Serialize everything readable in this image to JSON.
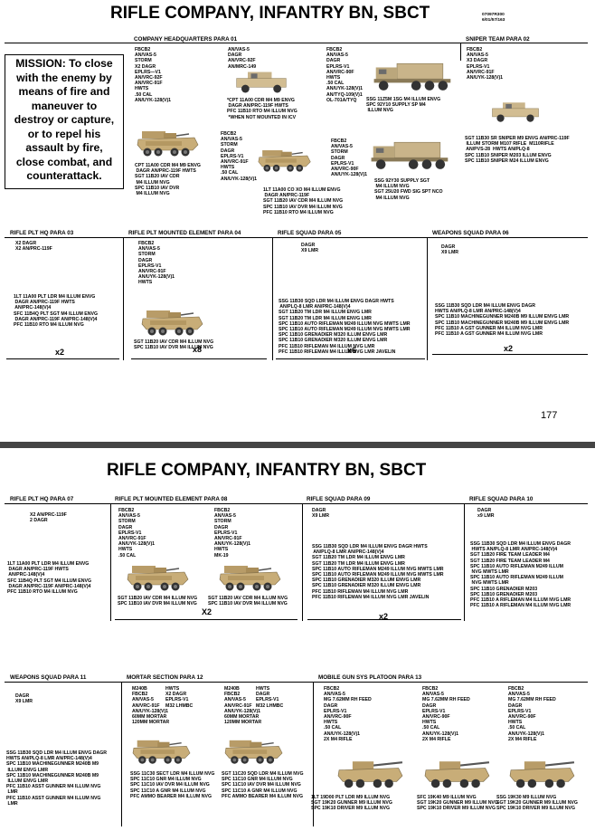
{
  "page1": {
    "title": "RIFLE COMPANY, INFANTRY BN, SBCT",
    "code": "07097R300\n6/01/57/163",
    "mission": "MISSION: To close\nwith the enemy by\nmeans of fire and\nmaneuver to\ndestroy or capture,\nor to repel his\nassault by fire,\nclose combat, and\ncounterattack.",
    "hq_header": "COMPANY HEADQUARTERS  PARA 01",
    "sniper_header": "SNIPER TEAM  PARA 02",
    "hq_eq1": "FBCB2\nAN/VAS-5\nSTORM\nX2 DAGR\nEPLRS—V1\nAN/VRC-92F\nAN/VRC-91F\nHWTS\n.50 CAL\nAN/UYK-128(V)1",
    "hq_eq2": "AN/VAS-5\nDAGR\nAN/VRC-92F\nAN/MRC-149",
    "hq_eq3": "FBCB2\nAN/VAS-5\nDAGR\nEPLRS-V1\nAN/VRC-90F\nHWTS\n.50 CAL\nAN/UYK-128(V)1\nAN/TYQ-109(V)1\nOL-701A/TYQ",
    "hq_p2": "*CPT 11A00 CDR M4 M9 ENVG\n DAGR AN/PRC-119F HWTS\nPFC 11B10 RTO M4 ILLUM NVG\n *WHEN NOT MOUNTED IN ICV",
    "hq_p3": "SSG 11Z5M 1SG M4 ILLUM ENVG\nSPC 92Y10 SUPPLY SP M4\n ILLUM NVG",
    "sniper_eq": "FBCB2\nAN/VAS-5\nX3 DAGR\nEPLRS-V1\nAN/VRC-91F\nAN/UYK-128(V)1",
    "sniper_p": "SGT 11B30 SR SNIPER M9 ENVG AN/PRC-119F\n ILLUM STORM M107 RIFLE  M110RIFLE\n AN/PVS-28  HWTS AN/PLQ-8\nSPC 11B10 SNIPER M203 ILLUM ENVG\nSPC 11B10 SNIPER M24 ILLUM ENVG",
    "hq_p1": "CPT 11A00 CDR M4 M9 ENVG\n DAGR AN/PRC-119F HWTS\nSGT 11B20 IAV CDR\n M4 ILLUM NVG\nSPC 11B10 IAV DVR\n M4 ILLUM NVG",
    "hq_eq4": "FBCB2\nAN/VAS-5\nSTORM\nDAGR\nEPLRS-V1\nAN/VRC-91F\nHWTS\n.50 CAL\nAN/UYK-128(V)1",
    "hq_p4": "1LT 11A00 CO XO M4 ILLUM ENVG\n DAGR AN/PRC-119F\nSGT 11B20 IAV CDR M4 ILLUM NVG\nSPC 11B10 IAV DVR M4 ILLUM NVG\nPFC 11B10 RTO M4 ILLUM NVG",
    "hq_eq5": "FBCB2\nAN/VAS-5\nSTORM\nDAGR\nEPLRS-V1\nAN/VRC-90F\nAN/UYK-128(V)1",
    "hq_p5": "SSG 92Y30 SUPPLY SGT\n M4 ILLUM NVG\nSGT 25U20 FWD SIG SPT NCO\n M4 ILLUM NVG",
    "s3_h": "RIFLE PLT HQ  PARA 03",
    "s4_h": "RIFLE PLT MOUNTED ELEMENT  PARA 04",
    "s5_h": "RIFLE SQUAD  PARA 05",
    "s6_h": "WEAPONS SQUAD  PARA 06",
    "s3_eq": "X2 DAGR\nX2 AN/PRC-119F",
    "s3_p": "1LT 11A00 PLT LDR M4 ILLUM ENVG\n DAGR AN/PRC-119F HWTS\n AN/PRC-148(V)4\nSFC 11B4Q PLT SGT M4 ILLUM ENVG\n DAGR AN/PRC-119F AN/PRC-148(V)4\nPFC 11B10 RTO M4 ILLUM NVG",
    "s3_x": "x2",
    "s4_eq": "FBCB2\nAN/VAS-5\nSTORM\nDAGR\nEPLRS-V1\nAN/VRC-91F\nAN/UYK-128(V)1\nHWTS",
    "s4_p": "SGT 11B20 IAV CDR M4 ILLUM NVG\nSPC 11B10 IAV DVR M4 ILLUM NVG",
    "s4_x": "x8",
    "s5_eq": "DAGR\nX9 LMR",
    "s5_p": "SSG 11B30 SQD LDR M4 ILLUM ENVG DAGR HWTS\n AN/PLQ-8 LMR AN/PRC-148(V)4\nSGT 11B20 TM LDR M4 ILLUM ENVG LMR\nSGT 11B20 TM LDR M4 ILLUM ENVG LMR\nSPC 11B10 AUTO RIFLEMAN M249 ILLUM NVG MWTS LMR\nSPC 11B10 AUTO RIFLEMAN M249 ILLUM NVG MWTS LMR\nSPC 11B10 GRENADIER M320 ILLUM ENVG LMR\nSPC 11B10 GRENADIER M320 ILLUM ENVG LMR\nPFC 11B10 RIFLEMAN M4 ILLUM NVG LMR\nPFC 11B10 RIFLEMAN M4 ILLUM NVG LMR JAVELIN",
    "s5_x": "x6",
    "s6_eq": "DAGR\nX9 LMR",
    "s6_p": "SSG 11B30 SQD LDR M4 ILLUM ENVG DAGR\nHWTS AN/PLQ-8 LMR AN/PRC-148(V)4\nSPC 11B10 MACHINEGUNNER M240B M9 ILLUM ENVG LMR\nSPC 11B10 MACHINEGUNNER M240B M9 ILLUM ENVG LMR\nPFC 11B10 A GST GUNNER M4 ILLUM NVG LMR\nPFC 11B10 A GST GUNNER M4 ILLUM NVG LMR",
    "s6_x": "x2",
    "page_number": "177"
  },
  "page2": {
    "title": "RIFLE COMPANY, INFANTRY BN, SBCT",
    "s7_h": "RIFLE PLT HQ  PARA 07",
    "s8_h": "RIFLE PLT MOUNTED ELEMENT  PARA 08",
    "s9_h": "RIFLE SQUAD  PARA 09",
    "s10_h": "RIFLE SQUAD  PARA 10",
    "s7_eq": "X2 AN/PRC-119F\n2 DAGR",
    "s7_p": "1LT 11A00 PLT LDR M4 ILLUM ENVG\n DAGR AN/PRC-119F HWTS\n AN/PRC-148(V)4\nSFC 11B4Q PLT SGT M4 ILLUM ENVG\n DAGR AN/PRC-119F AN/PRC-148(V)4\nPFC 11B10 RTO M4 ILLUM NVG",
    "s8_eq1": "FBCB2\nAN/VAS-5\nSTORM\nDAGR\nEPLRS-V1\nAN/VRC-91F\nAN/UYK-128(V)1\nHWTS\n.50 CAL",
    "s8_eq2": "FBCB2\nAN/VAS-5\nSTORM\nDAGR\nEPLRS-V1\nAN/VRC-91F\nAN/UYK-128(V)1\nHWTS\nMK-19",
    "s8_p1": "SGT 11B20 IAV CDR M4 ILLUM NVG\nSPC 11B10 IAV DVR M4 ILLUM NVG",
    "s8_p2": "SGT 11B20 IAV CDR M4 ILLUM NVG\nSPC 11B10 IAV DVR M4 ILLUM NVG",
    "s8_x": "X2",
    "s9_eq": "DAGR\nX9 LMR",
    "s9_p": "SSG 11B30 SQD LDR M4 ILLUM ENVG DAGR HWTS\n AN/PLQ-8 LMR AN/PRC-148(V)4\nSGT 11B20 TM LDR M4 ILLUM ENVG LMR\nSGT 11B20 TM LDR M4 ILLUM ENVG LMR\nSPC 11B10 AUTO RIFLEMAN M249 ILLUM NVG MWTS LMR\nSPC 11B10 AUTO RIFLEMAN M249 ILLUM NVG MWTS LMR\nSPC 11B10 GRENADIER M320 ILLUM ENVG LMR\nSPC 11B10 GRENADIER M320 ILLUM ENVG LMR\nPFC 11B10 RIFLEMAN M4 ILLUM NVG LMR\nPFC 11B10 RIFLEMAN M4 ILLUM NVG LMR JAVELIN",
    "s9_x": "x2",
    "s10_eq": "DAGR\nx9 LMR",
    "s10_p": "SSG 11B30 SQD LDR M4 ILLUM ENVG DAGR\n HWTS AN/PLQ-8 LMR AN/PRC-148(V)4\nSGT 11B20 FIRE TEAM LEADER M4\nSGT 11B20 FIRE TEAM LEADER M4\nSPC 11B10 AUTO RIFLEMAN M249 ILLUM\n NVG MWTS LMR\nSPC 11B10 AUTO RIFLEMAN M249 ILLUM\n NVG MWTS LMR\nSPC 11B10 GRENADIER M203\nSPC 11B10 GRENADIER M203\nPFC 11B10 A RIFLEMAN M4 ILLUM NVG LMR\nPFC 11B10 A RIFLEMAN M4 ILLUM NVG LMR",
    "s11_h": "WEAPONS SQUAD  PARA 11",
    "s12_h": "MORTAR SECTION  PARA 12",
    "s13_h": "MOBILE GUN SYS PLATOON  PARA 13",
    "s11_eq": "DAGR\nX9 LMR",
    "s11_p": "SSG 11B30 SQD LDR M4 ILLUM ENVG DAGR\nHWTS AN/PLQ-8 LMR AN/PRC-148(V)4\nSPC 11B10 MACHINEGUNNER M240B M9\n ILLUM ENVG LMR\nSPC 11B10 MACHINEGUNNER M240B M9\n ILLUM ENVG LMR\nPFC 11B10 ASST GUNNER M4 ILLUM NVG\n LMR\nPFC 11B10 ASST GUNNER M4 ILLUM NVG\n LMR",
    "s12_eq1a": "M240B\nFBCB2\nAN/VAS-5\nAN/VRC-91F\nAN/UYK-128(V)1\n60MM MORTAR\n120MM MORTAR",
    "s12_eq1b": "HWTS\nX2 DAGR\nEPLRS-V1\nM32 LHMBC",
    "s12_eq2a": "M240B\nFBCB2\nAN/VAS-5\nAN/VRC-91F\nAN/UYK-128(V)1\n60MM MORTAR\n120MM MORTAR",
    "s12_eq2b": "HWTS\nDAGR\nEPLRS-V1\nM32 LHMBC",
    "s12_p1": "SSG 11C30 SECT LDR M4 ILLUM NVG\nSPC 11C10 GNR M4 ILLUM NVG\nSPC 11C10 IAV DVR M4 ILLUM NVG\nSPC 11C10 A GNR M4 ILLUM NVG\nPFC AMMO BEARER M4 ILLUM NVG",
    "s12_p2": "SGT 11C20 SQD LDR M4 ILLUM NVG\nSPC 11C10 GNR M4 ILLUM NVG\nSPC 11C10 IAV DVR M4 ILLUM NVG\nSPC 11C10 A GNR M4 ILLUM NVG\nPFC AMMO BEARER M4 ILLUM NVG",
    "s13_eq1": "FBCB2\nAN/VAS-5\nMG 7.62MM RH FEED\nDAGR\nEPLRS-V1\nAN/VRC-90F\nHWTS\n.50 CAL\nAN/UYK-128(V)1\n2X M4 RIFLE",
    "s13_eq2": "FBCB2\nAN/VAS-5\nMG 7.62MM RH FEED\nDAGR\nEPLRS-V1\nAN/VRC-90F\nHWTS\n.50 CAL\nAN/UYK-128(V)1\n2X M4 RIFLE",
    "s13_eq3": "FBCB2\nAN/VAS-5\nMG 7.62MM RH FEED\nDAGR\nEPLRS-V1\nAN/VRC-90F\nHWTS\n.50 CAL\nAN/UYK-128(V)1\n2X M4 RIFLE",
    "s13_p1": "1LT 19D00 PLT LDR M9 ILLUM NVG\nSGT 19K20 GUNNER M9 ILLUM NVG\nSPC 19K10 DRIVER M9 ILLUM NVG",
    "s13_p2": "SFC 19K40 M9 ILLUM NVG\nSGT 19K20 GUNNER M9 ILLUM NVG\nSPC 19K10 DRIVER M9 ILLUM NVG",
    "s13_p3": "SSG 19K30 M9 ILLUM NVG\nSGT 19K20 GUNNER M9 ILLUM NVG\nSPC 19K10 DRIVER M9 ILLUM NVG"
  }
}
